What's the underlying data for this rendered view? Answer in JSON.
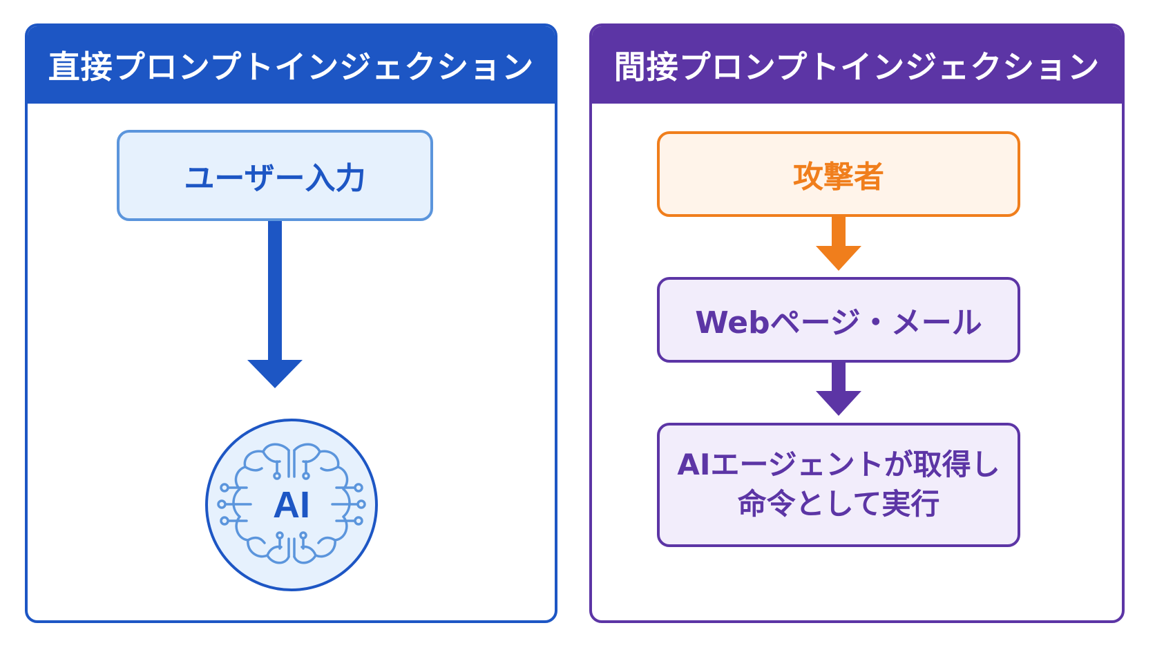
{
  "colors": {
    "blue_primary": "#1d56c4",
    "blue_light": "#e6f1fd",
    "blue_border": "#5b95dc",
    "purple_primary": "#5c35a5",
    "purple_light": "#f2edfb",
    "orange_primary": "#f07e1c",
    "orange_light": "#fff4ea",
    "white": "#ffffff"
  },
  "direct": {
    "title": "直接プロンプトインジェクション",
    "user_input_label": "ユーザー入力",
    "ai_label": "AI",
    "ai_icon": "brain-circuit-icon"
  },
  "indirect": {
    "title": "間接プロンプトインジェクション",
    "attacker_label": "攻撃者",
    "webpage_mail_label": "Webページ・メール",
    "agent_line1": "AIエージェントが取得し",
    "agent_line2": "命令として実行"
  }
}
